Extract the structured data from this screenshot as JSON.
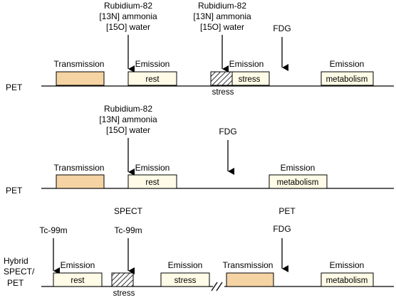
{
  "tracers": {
    "rb82": "Rubidium-82",
    "ammonia": "[13N] ammonia",
    "water": "[15O] water",
    "fdg": "FDG",
    "tc99m": "Tc-99m"
  },
  "modality": {
    "pet": "PET",
    "spect": "SPECT",
    "hybrid_line1": "Hybrid",
    "hybrid_line2": "SPECT/",
    "hybrid_line3": "PET"
  },
  "labels": {
    "transmission": "Transmission",
    "emission": "Emission"
  },
  "boxes": {
    "rest": "rest",
    "stress": "stress",
    "metabolism": "metabolism"
  },
  "colors": {
    "transmission_fill": "#f5d3a3",
    "emission_fill": "#fffbe6"
  }
}
